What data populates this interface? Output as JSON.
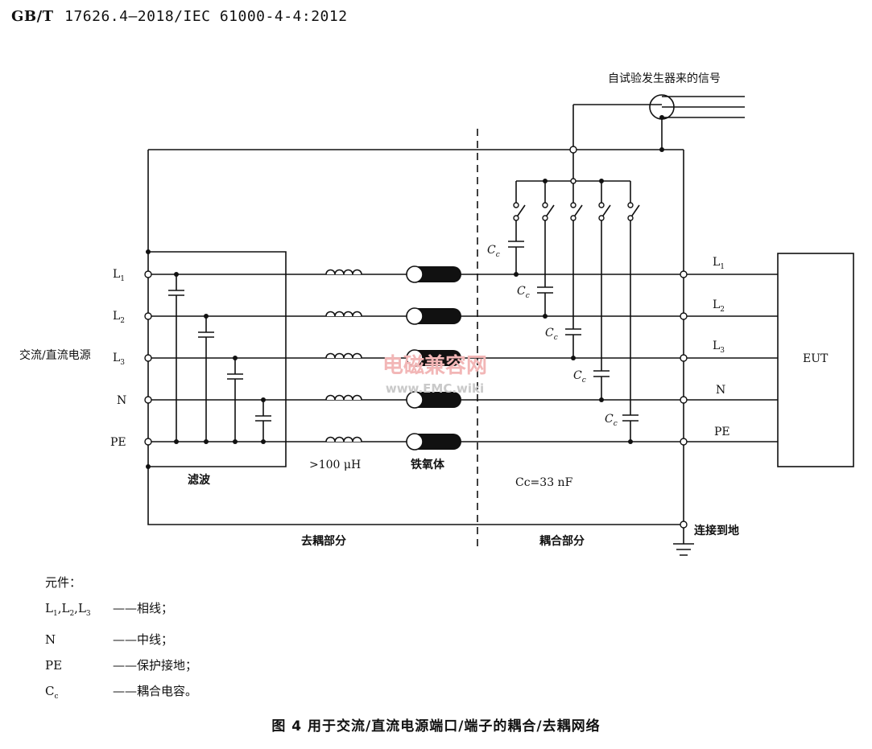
{
  "header": {
    "standard_prefix": "GB/T",
    "standard_number": "17626.4—2018/IEC 61000-4-4:2012"
  },
  "diagram": {
    "source_label": "交流/直流电源",
    "signal_label": "自试验发生器来的信号",
    "left_terminals": [
      "L1",
      "L2",
      "L3",
      "N",
      "PE"
    ],
    "right_terminals": [
      "L1",
      "L2",
      "L3",
      "N",
      "PE"
    ],
    "filter_label": "滤波",
    "inductance_label": ">100 μH",
    "ferrite_label": "铁氧体",
    "cap_label": "Cc",
    "cap_value": "Cc=33 nF",
    "decoupling_label": "去耦部分",
    "coupling_label": "耦合部分",
    "ground_label": "连接到地",
    "eut_label": "EUT",
    "watermark_cn": "电磁兼容网",
    "watermark_url": "www.EMC.wiki"
  },
  "legend": {
    "title": "元件：",
    "items": [
      {
        "key": "L1,L2,L3",
        "desc": "——相线；"
      },
      {
        "key": "N",
        "desc": "——中线；"
      },
      {
        "key": "PE",
        "desc": "——保护接地；"
      },
      {
        "key": "Cc",
        "desc": "——耦合电容。"
      }
    ]
  },
  "caption": "图 4  用于交流/直流电源端口/端子的耦合/去耦网络"
}
